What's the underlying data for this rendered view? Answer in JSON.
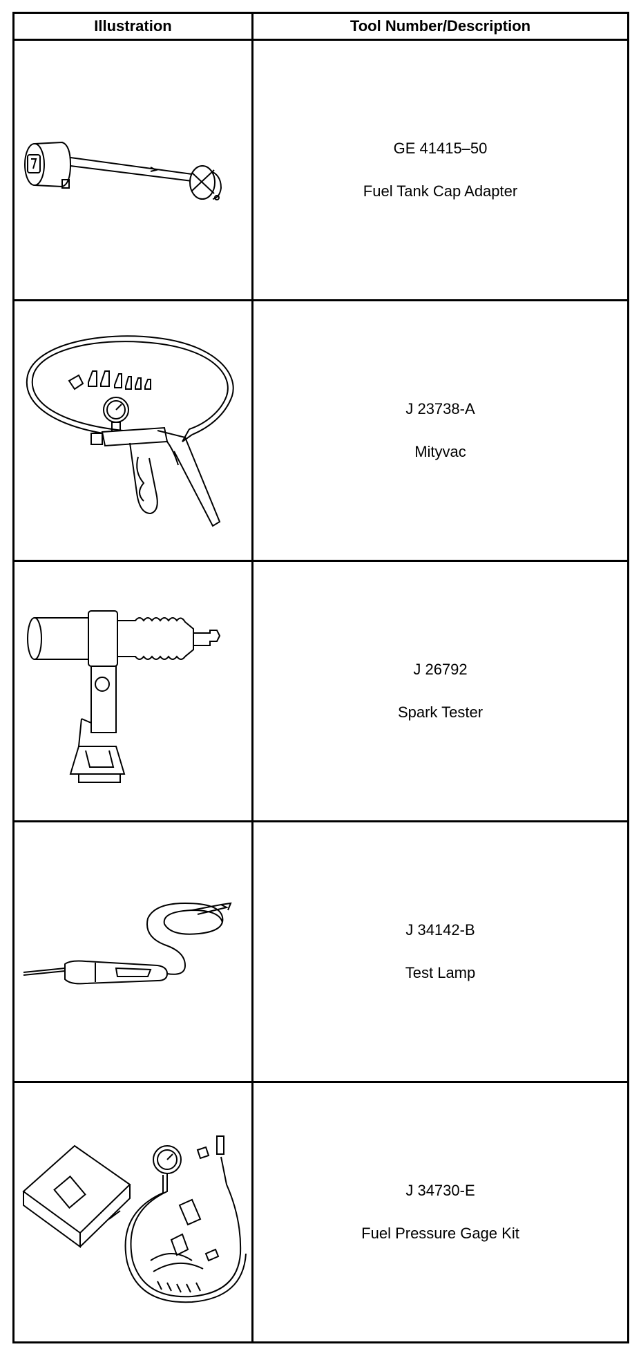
{
  "table": {
    "headers": {
      "illustration": "Illustration",
      "description": "Tool Number/Description"
    },
    "rows": [
      {
        "number": "GE 41415–50",
        "name": "Fuel Tank Cap Adapter",
        "icon": "fuel-tank-cap-adapter-icon"
      },
      {
        "number": "J 23738-A",
        "name": "Mityvac",
        "icon": "mityvac-icon"
      },
      {
        "number": "J 26792",
        "name": "Spark Tester",
        "icon": "spark-tester-icon"
      },
      {
        "number": "J 34142-B",
        "name": "Test Lamp",
        "icon": "test-lamp-icon"
      },
      {
        "number": "J 34730-E",
        "name": "Fuel Pressure Gage Kit",
        "icon": "fuel-pressure-gage-kit-icon"
      }
    ]
  }
}
